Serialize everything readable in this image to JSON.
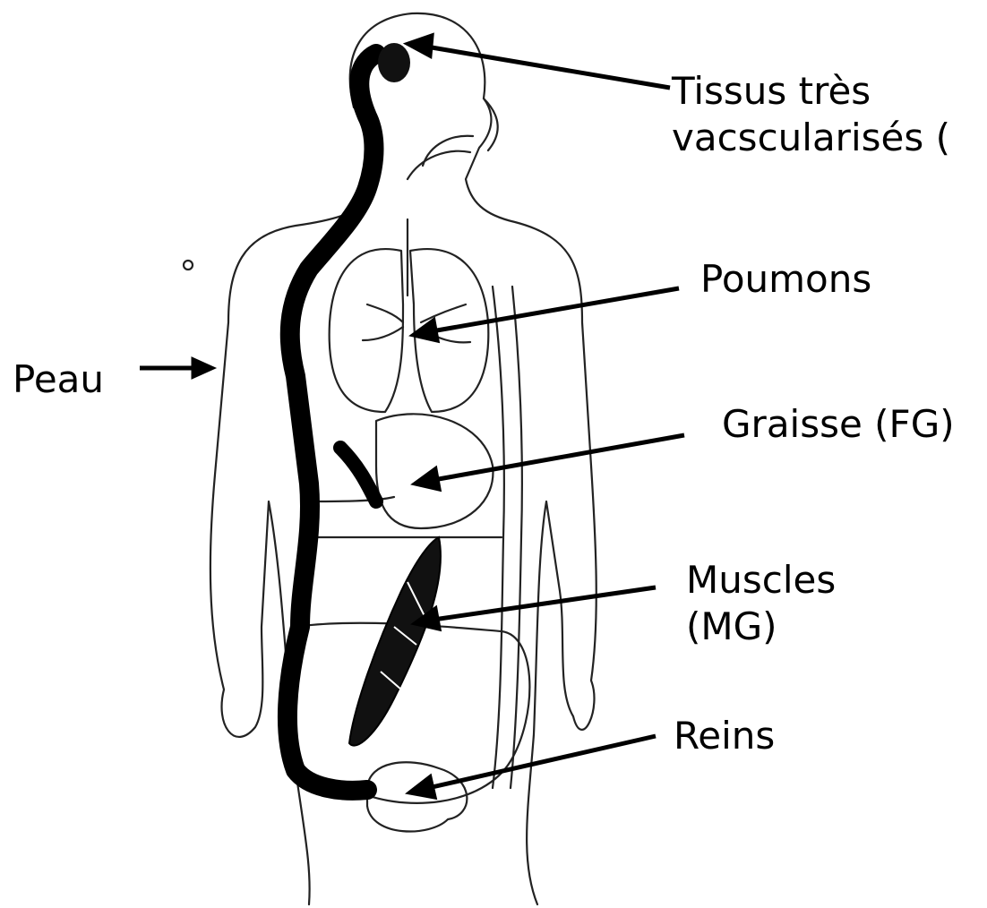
{
  "labels": {
    "brain": "Tissus très\nvacscularisés (",
    "lungs": "Poumons",
    "skin": "Peau",
    "fat": "Graisse (FG)",
    "muscle": "Muscles\n(MG)",
    "kidney": "Reins"
  },
  "colors": {
    "ink": "#000000",
    "background": "#ffffff"
  }
}
